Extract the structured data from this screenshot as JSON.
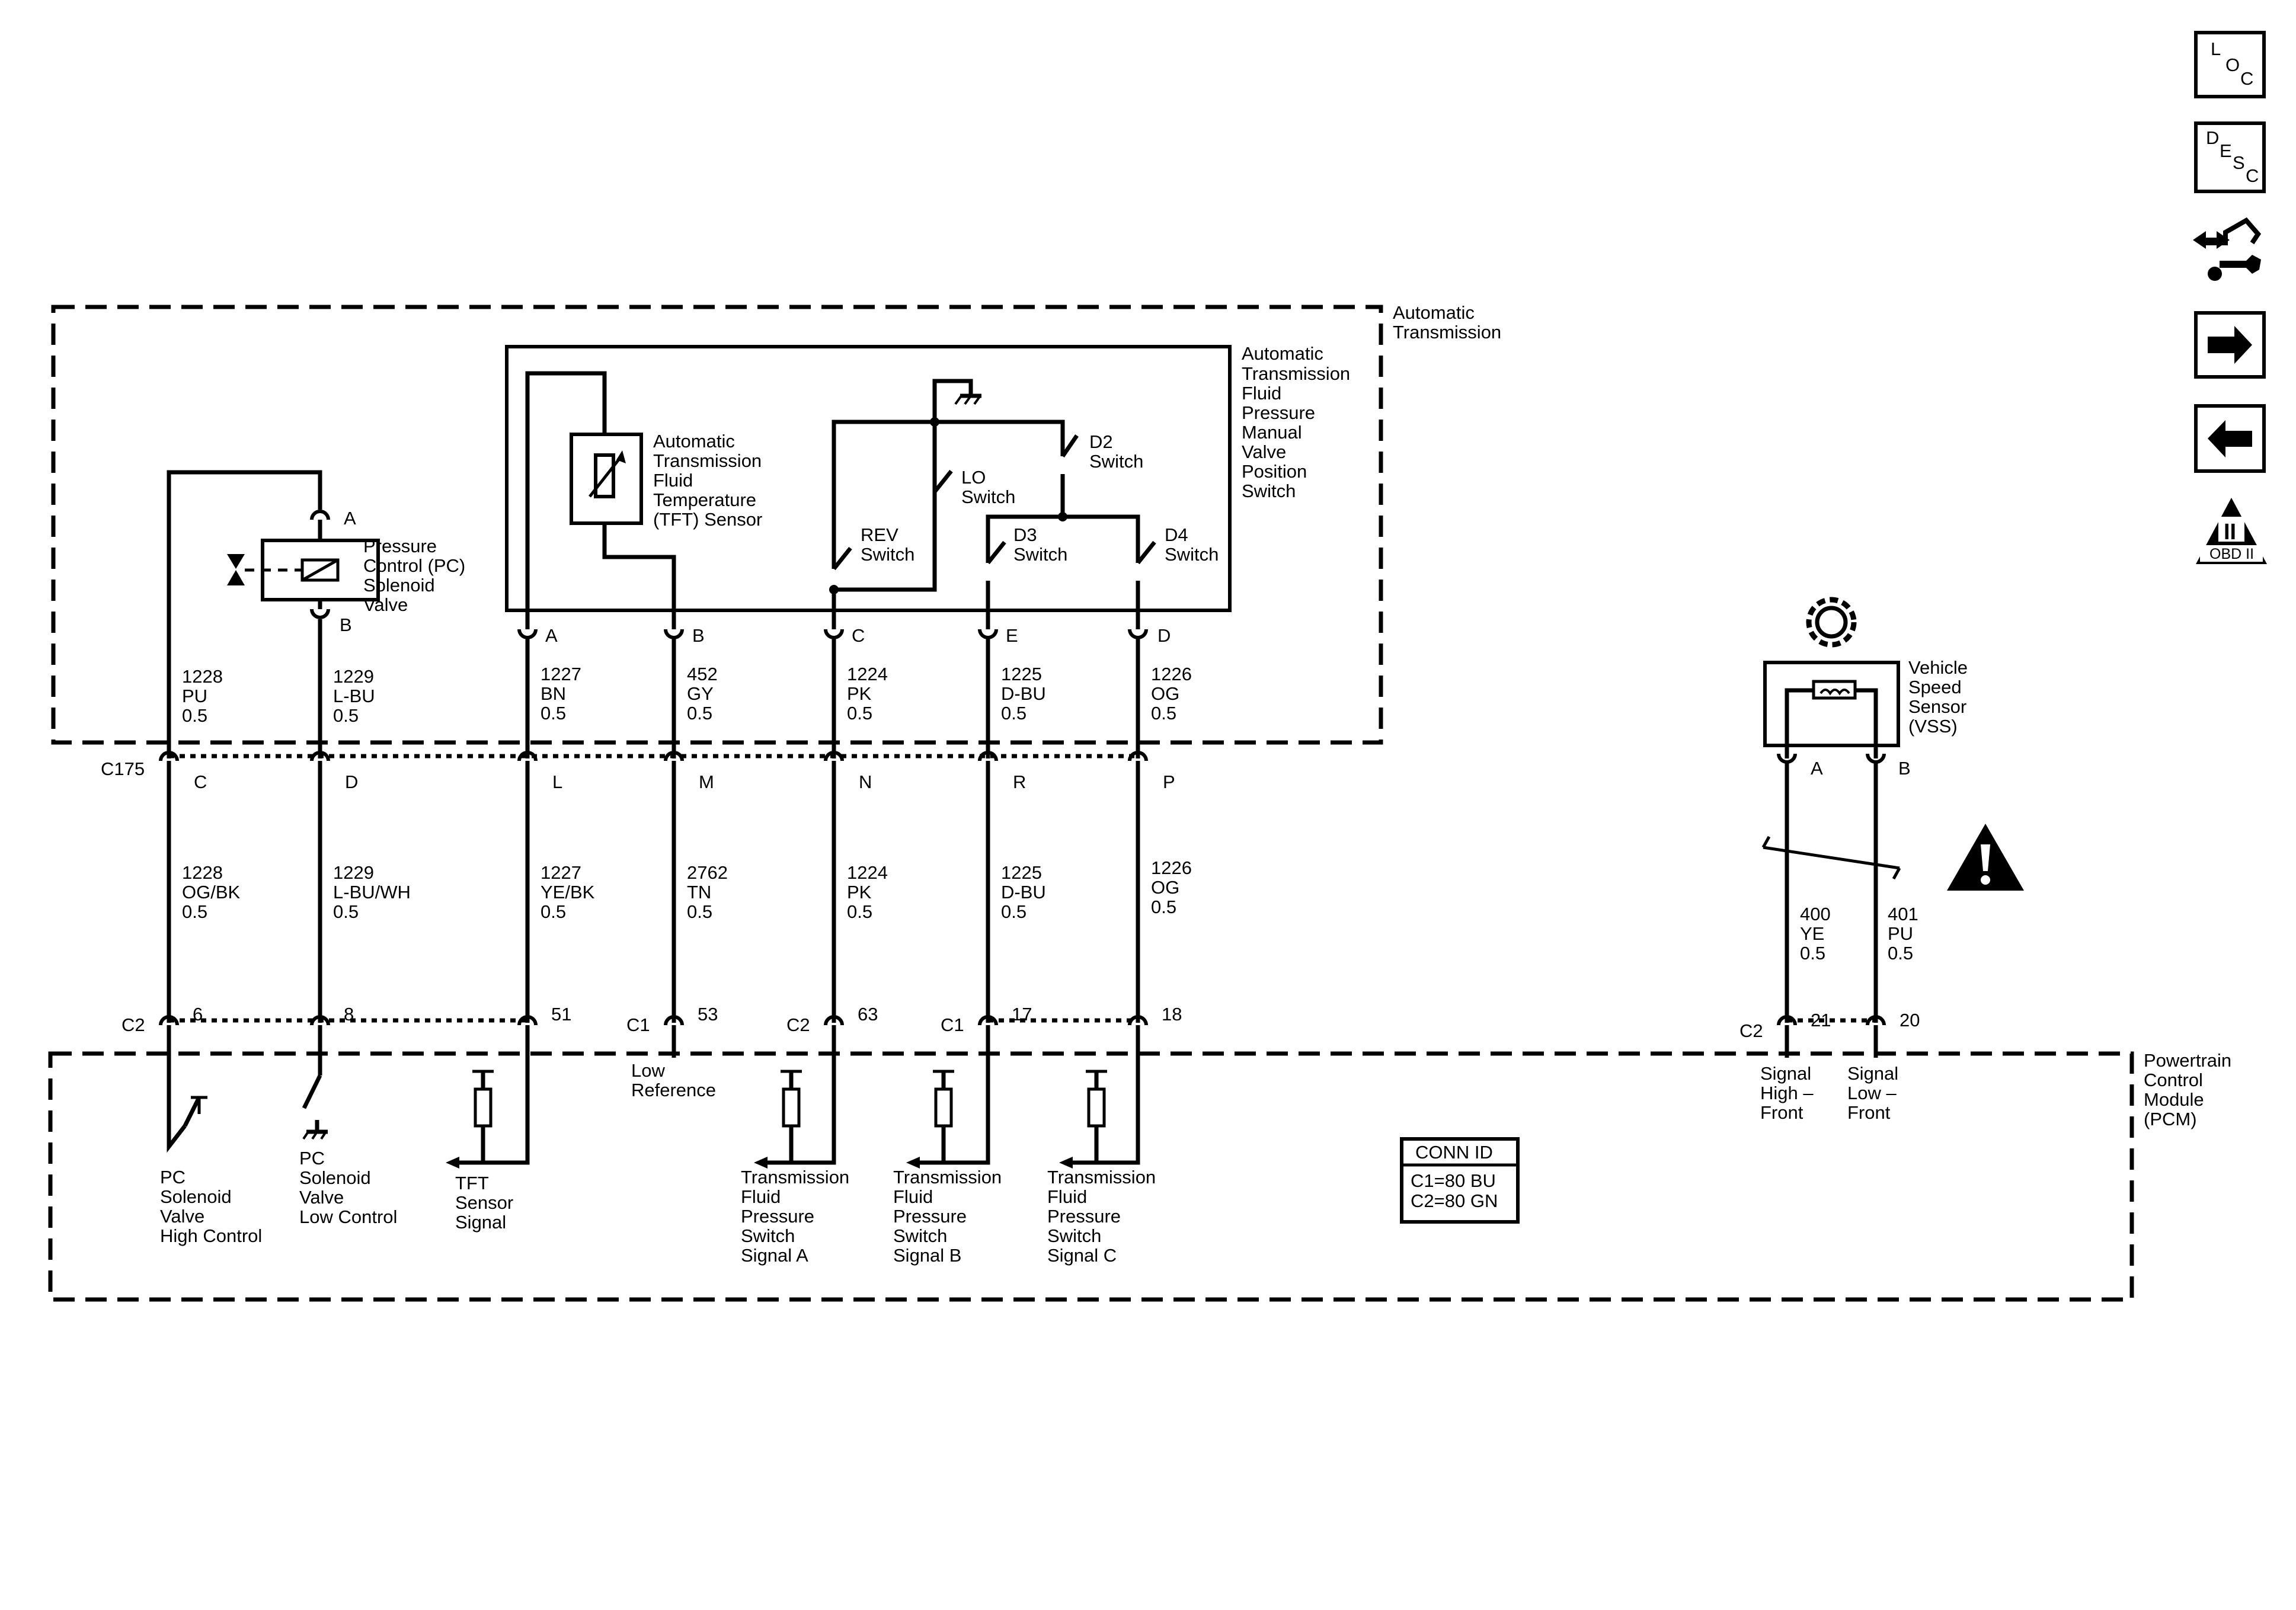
{
  "colors": {
    "line": "#000000",
    "background": "#ffffff"
  },
  "side_icons": [
    {
      "name": "loc-icon",
      "letters": [
        "L",
        "O",
        "C"
      ]
    },
    {
      "name": "desc-icon",
      "letters": [
        "D",
        "E",
        "S",
        "C"
      ]
    },
    {
      "name": "connector-wrench-icon"
    },
    {
      "name": "arrow-right-icon"
    },
    {
      "name": "arrow-left-icon"
    },
    {
      "name": "obd-ii-icon",
      "roman": "II",
      "label": "OBD II"
    }
  ],
  "components": {
    "automatic_transmission": [
      "Automatic",
      "Transmission"
    ],
    "manual_valve_switch": [
      "Automatic",
      "Transmission",
      "Fluid",
      "Pressure",
      "Manual",
      "Valve",
      "Position",
      "Switch"
    ],
    "tft_sensor": [
      "Automatic",
      "Transmission",
      "Fluid",
      "Temperature",
      "(TFT) Sensor"
    ],
    "pc_solenoid": [
      "Pressure",
      "Control (PC)",
      "Solenoid",
      "Valve"
    ],
    "vss": [
      "Vehicle",
      "Speed",
      "Sensor",
      "(VSS)"
    ],
    "pcm": [
      "Powertrain",
      "Control",
      "Module",
      "(PCM)"
    ]
  },
  "switches": {
    "rev": [
      "REV",
      "Switch"
    ],
    "lo": [
      "LO",
      "Switch"
    ],
    "d2": [
      "D2",
      "Switch"
    ],
    "d3": [
      "D3",
      "Switch"
    ],
    "d4": [
      "D4",
      "Switch"
    ]
  },
  "component_pins": {
    "sol_a": "A",
    "sol_b": "B",
    "sw_a": "A",
    "sw_b": "B",
    "sw_c": "C",
    "sw_e": "E",
    "sw_d": "D",
    "vss_a": "A",
    "vss_b": "B"
  },
  "c175": {
    "label": "C175",
    "pins": [
      "C",
      "D",
      "L",
      "M",
      "N",
      "R",
      "P"
    ]
  },
  "wires_upper": [
    [
      "1228",
      "PU",
      "0.5"
    ],
    [
      "1229",
      "L-BU",
      "0.5"
    ],
    [
      "1227",
      "BN",
      "0.5"
    ],
    [
      "452",
      "GY",
      "0.5"
    ],
    [
      "1224",
      "PK",
      "0.5"
    ],
    [
      "1225",
      "D-BU",
      "0.5"
    ],
    [
      "1226",
      "OG",
      "0.5"
    ]
  ],
  "wires_lower": [
    [
      "1228",
      "OG/BK",
      "0.5"
    ],
    [
      "1229",
      "L-BU/WH",
      "0.5"
    ],
    [
      "1227",
      "YE/BK",
      "0.5"
    ],
    [
      "2762",
      "TN",
      "0.5"
    ],
    [
      "1224",
      "PK",
      "0.5"
    ],
    [
      "1225",
      "D-BU",
      "0.5"
    ],
    [
      "1226",
      "OG",
      "0.5"
    ]
  ],
  "wires_vss": [
    [
      "400",
      "YE",
      "0.5"
    ],
    [
      "401",
      "PU",
      "0.5"
    ]
  ],
  "pcm_pins": [
    {
      "conn": "C2",
      "pin": "6"
    },
    {
      "conn": "",
      "pin": "8"
    },
    {
      "conn": "",
      "pin": "51"
    },
    {
      "conn": "C1",
      "pin": "53"
    },
    {
      "conn": "C2",
      "pin": "63"
    },
    {
      "conn": "C1",
      "pin": "17"
    },
    {
      "conn": "",
      "pin": "18"
    },
    {
      "conn": "C2",
      "pin": "21"
    },
    {
      "conn": "",
      "pin": "20"
    }
  ],
  "pcm_circuits": [
    [
      "PC",
      "Solenoid",
      "Valve",
      "High Control"
    ],
    [
      "PC",
      "Solenoid",
      "Valve",
      "Low Control"
    ],
    [
      "TFT",
      "Sensor",
      "Signal"
    ],
    [
      "Low",
      "Reference"
    ],
    [
      "Transmission",
      "Fluid",
      "Pressure",
      "Switch",
      "Signal A"
    ],
    [
      "Transmission",
      "Fluid",
      "Pressure",
      "Switch",
      "Signal B"
    ],
    [
      "Transmission",
      "Fluid",
      "Pressure",
      "Switch",
      "Signal C"
    ],
    [
      "Signal",
      "High –",
      "Front"
    ],
    [
      "Signal",
      "Low –",
      "Front"
    ]
  ],
  "conn_id": {
    "title": "CONN ID",
    "rows": [
      "C1=80 BU",
      "C2=80 GN"
    ]
  }
}
